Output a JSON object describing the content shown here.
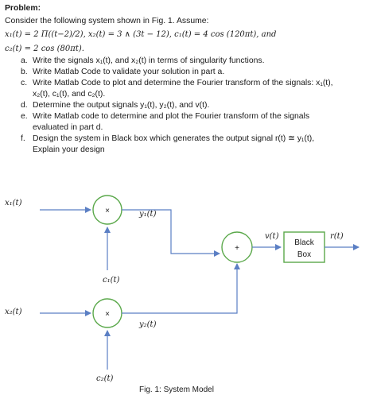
{
  "problem": {
    "heading": "Problem:",
    "intro": "Consider the following system shown in Fig. 1. Assume:",
    "eq1": "x₁(t) = 2 Π((t−2)/2), x₂(t) = 3 ∧ (3t − 12), c₁(t) = 4 cos (120πt), and",
    "eq2": "c₂(t) = 2 cos (80πt).",
    "items": [
      {
        "marker": "a.",
        "lines": [
          "Write the signals x₁(t), and x₂(t) in terms of singularity functions."
        ]
      },
      {
        "marker": "b.",
        "lines": [
          "Write Matlab Code to validate your solution in part a."
        ]
      },
      {
        "marker": "c.",
        "lines": [
          "Write Matlab Code to plot and determine the Fourier transform of the signals: x₁(t),",
          "x₂(t), c₁(t), and c₂(t)."
        ]
      },
      {
        "marker": "d.",
        "lines": [
          "Determine the output signals y₁(t), y₂(t), and v(t)."
        ]
      },
      {
        "marker": "e.",
        "lines": [
          "Write Matlab code to determine and plot the Fourier transform of the signals",
          "evaluated in part d."
        ]
      },
      {
        "marker": "f.",
        "lines": [
          "Design the system in Black box which generates the output signal r(t) ≅ y₁(t),",
          "Explain your design"
        ]
      }
    ]
  },
  "diagram": {
    "input1": "x₁(t)",
    "input2": "x₂(t)",
    "mult1": "×",
    "mult2": "×",
    "adder": "+",
    "y1": "y₁(t)",
    "y2": "y₂(t)",
    "c1": "c₁(t)",
    "c2": "c₂(t)",
    "v": "v(t)",
    "r": "r(t)",
    "box_line1": "Black",
    "box_line2": "Box",
    "caption": "Fig. 1: System Model",
    "colors": {
      "arrow": "#5b7fc4",
      "circle": "#5aa84a",
      "box": "#5aa84a"
    }
  }
}
